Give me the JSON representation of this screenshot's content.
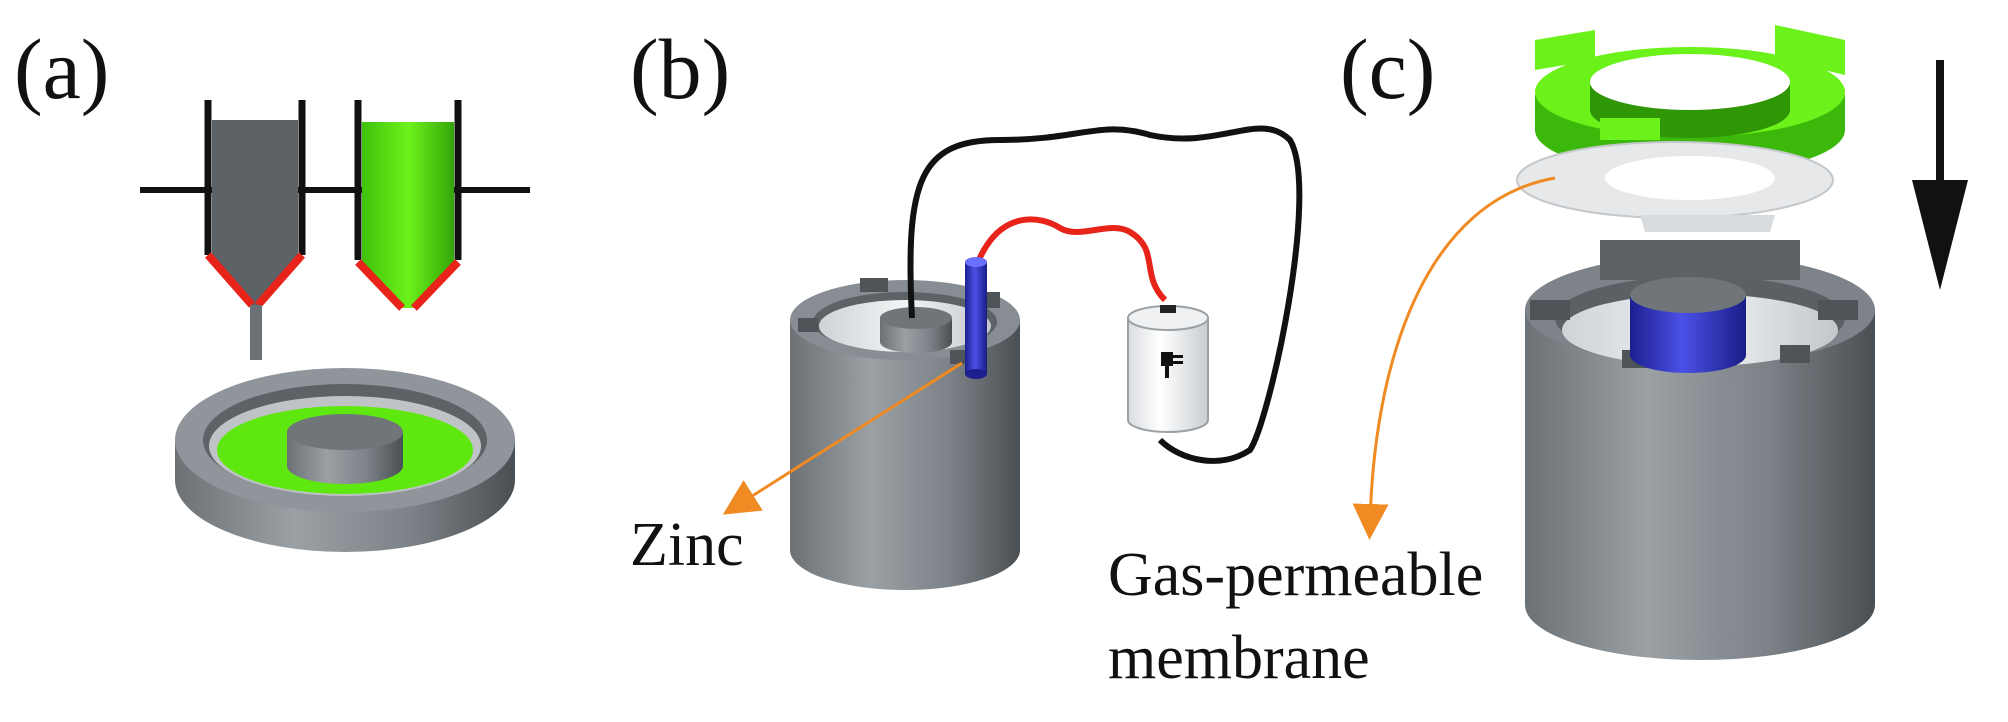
{
  "panels": [
    {
      "id": "a",
      "label": "(a)"
    },
    {
      "id": "b",
      "label": "(b)"
    },
    {
      "id": "c",
      "label": "(c)"
    }
  ],
  "callouts": {
    "zinc": "Zinc",
    "membrane_line1": "Gas-permeable",
    "membrane_line2": "membrane"
  },
  "icons": {
    "battery": "plug-icon",
    "arrow": "down-arrow-icon"
  },
  "colors": {
    "green": "#5fe80f",
    "gray_dark": "#555b5e",
    "gray_mid": "#8b9095",
    "red_wire": "#e8241a",
    "blue_zinc": "#2b2ec4",
    "orange_leader": "#f08a22",
    "black": "#000000"
  }
}
